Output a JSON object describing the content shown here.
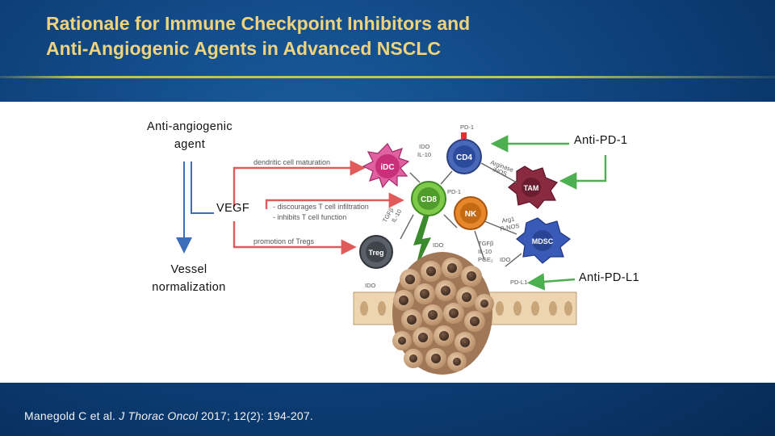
{
  "slide": {
    "title_line1": "Rationale for Immune Checkpoint Inhibitors and",
    "title_line2": "Anti-Angiogenic Agents in Advanced NSCLC",
    "citation_prefix": "Manegold C et al. ",
    "citation_journal": "J Thorac Oncol",
    "citation_suffix": " 2017; 12(2): 194-207."
  },
  "diagram": {
    "anti_angiogenic_line1": "Anti-angiogenic",
    "anti_angiogenic_line2": "agent",
    "vegf": "VEGF",
    "vessel_line1": "Vessel",
    "vessel_line2": "normalization",
    "anti_pd1": "Anti-PD-1",
    "anti_pdl1": "Anti-PD-L1",
    "dc_maturation": "dendritic cell maturation",
    "discourages": "- discourages T cell infiltration",
    "inhibits": "- inhibits T cell function",
    "tregs": "promotion of Tregs",
    "cells": {
      "idc": "iDC",
      "cd4": "CD4",
      "cd8": "CD8",
      "nk": "NK",
      "tam": "TAM",
      "mdsc": "MDSC",
      "treg": "Treg"
    },
    "labels": {
      "pd1_top": "PD-1",
      "ido_top": "IDO",
      "il10_top": "IL-10",
      "arginase": "Arginase",
      "inos": "iNOS",
      "pd1_cd8": "PD-1",
      "tgfb": "TGFβ",
      "il10_left": "IL-10",
      "arg1": "Arg1",
      "rnos": "R-NOS",
      "ido_mid": "IDO",
      "tgfb2": "TGFβ",
      "il10_mid": "IL-10",
      "pge2": "PGE₂",
      "ido_right": "IDO",
      "ido_tumor": "IDO",
      "pdl1": "PD-L1"
    }
  },
  "colors": {
    "title": "#f0d37a",
    "red_arrow": "#e05a5a",
    "green_arrow": "#4caf50",
    "blue_arrow": "#3d6fb8"
  }
}
